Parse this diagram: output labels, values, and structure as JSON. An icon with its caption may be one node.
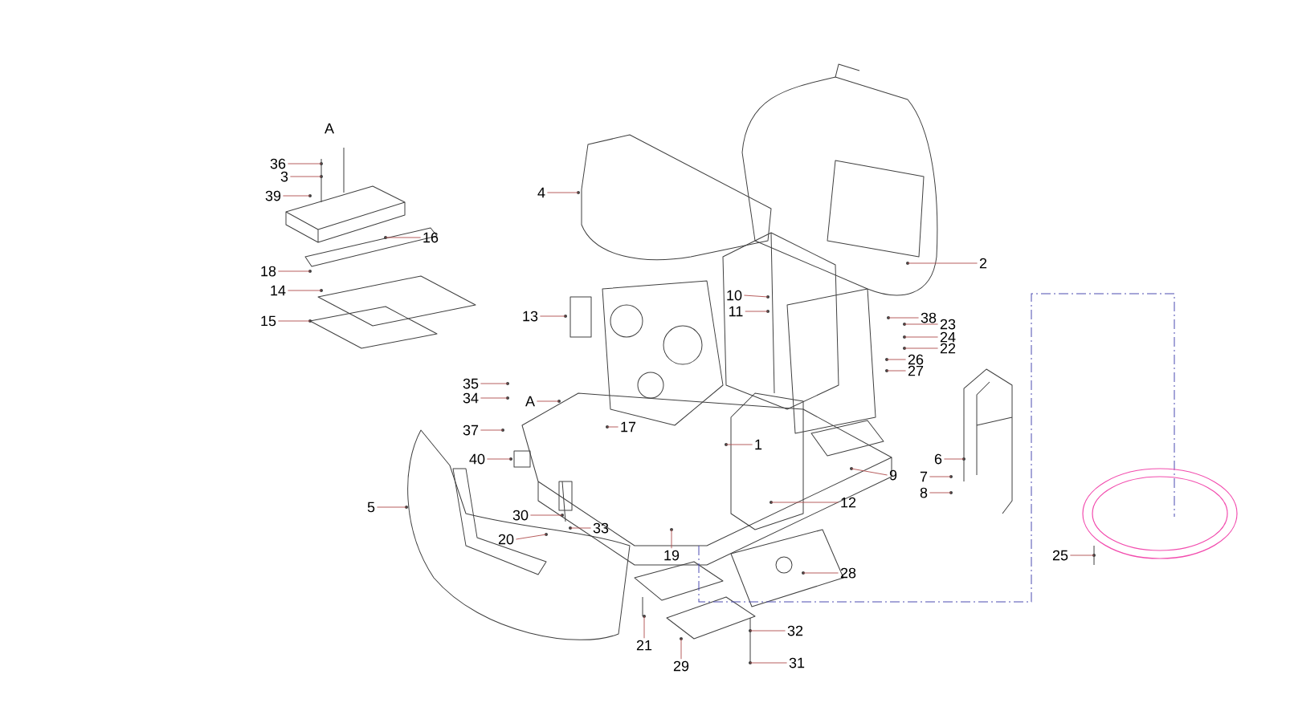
{
  "diagram": {
    "nodes": [
      {
        "text": [
          "36"
        ]
      },
      {
        "text": [
          "3"
        ]
      },
      {
        "text": [
          "39"
        ]
      },
      {
        "text": [
          "16"
        ]
      },
      {
        "text": [
          "18"
        ]
      },
      {
        "text": [
          "14"
        ]
      },
      {
        "text": [
          "15"
        ]
      },
      {
        "text": [
          "4"
        ]
      },
      {
        "text": [
          "13"
        ]
      },
      {
        "text": [
          "35"
        ]
      },
      {
        "text": [
          "34"
        ]
      },
      {
        "text": [
          "A"
        ]
      },
      {
        "text": [
          "37"
        ]
      },
      {
        "text": [
          "40"
        ]
      },
      {
        "text": [
          "5"
        ]
      },
      {
        "text": [
          "30"
        ]
      },
      {
        "text": [
          "20"
        ]
      },
      {
        "text": [
          "33"
        ]
      },
      {
        "text": [
          "17"
        ]
      },
      {
        "text": [
          "19"
        ]
      },
      {
        "text": [
          "21"
        ]
      },
      {
        "text": [
          "29"
        ]
      },
      {
        "text": [
          "1"
        ]
      },
      {
        "text": [
          "12"
        ]
      },
      {
        "text": [
          "9"
        ]
      },
      {
        "text": [
          "28"
        ]
      },
      {
        "text": [
          "32"
        ]
      },
      {
        "text": [
          "31"
        ]
      },
      {
        "text": [
          "10"
        ]
      },
      {
        "text": [
          "11"
        ]
      },
      {
        "text": [
          "2"
        ]
      },
      {
        "text": [
          "38"
        ]
      },
      {
        "text": [
          "23"
        ]
      },
      {
        "text": [
          "24"
        ]
      },
      {
        "text": [
          "22"
        ]
      },
      {
        "text": [
          "26"
        ]
      },
      {
        "text": [
          "27"
        ]
      },
      {
        "text": [
          "6"
        ]
      },
      {
        "text": [
          "7"
        ]
      },
      {
        "text": [
          "8"
        ]
      },
      {
        "text": [
          "25"
        ]
      },
      {
        "text": [],
        "shape": "dot"
      },
      {
        "text": [],
        "shape": "dot"
      },
      {
        "text": [],
        "shape": "dot"
      },
      {
        "text": [],
        "shape": "dot"
      },
      {
        "text": [],
        "shape": "dot"
      },
      {
        "text": [],
        "shape": "dot"
      },
      {
        "text": [],
        "shape": "dot"
      },
      {
        "text": [],
        "shape": "dot"
      },
      {
        "text": [],
        "shape": "dot"
      },
      {
        "text": [],
        "shape": "dot"
      },
      {
        "text": [],
        "shape": "dot"
      },
      {
        "text": [],
        "shape": "dot"
      },
      {
        "text": [],
        "shape": "dot"
      },
      {
        "text": [],
        "shape": "dot"
      },
      {
        "text": [],
        "shape": "dot"
      },
      {
        "text": [],
        "shape": "dot"
      },
      {
        "text": [],
        "shape": "dot"
      },
      {
        "text": [],
        "shape": "dot"
      },
      {
        "text": [],
        "shape": "dot"
      },
      {
        "text": [],
        "shape": "dot"
      },
      {
        "text": [],
        "shape": "dot"
      },
      {
        "text": [],
        "shape": "dot"
      },
      {
        "text": [],
        "shape": "dot"
      },
      {
        "text": [],
        "shape": "dot"
      },
      {
        "text": [],
        "shape": "dot"
      },
      {
        "text": [],
        "shape": "dot"
      },
      {
        "text": [],
        "shape": "dot"
      },
      {
        "text": [],
        "shape": "dot"
      },
      {
        "text": [],
        "shape": "dot"
      },
      {
        "text": [],
        "shape": "dot"
      },
      {
        "text": [],
        "shape": "dot"
      },
      {
        "text": [],
        "shape": "dot"
      },
      {
        "text": [],
        "shape": "dot"
      },
      {
        "text": [],
        "shape": "dot"
      },
      {
        "text": [],
        "shape": "dot"
      },
      {
        "text": [],
        "shape": "dot"
      },
      {
        "text": [],
        "shape": "dot"
      },
      {
        "text": [],
        "shape": "dot"
      },
      {
        "text": [],
        "shape": "dot"
      },
      {
        "text": [],
        "shape": "dot"
      },
      {
        "text": [],
        "shape": "dot"
      }
    ],
    "edges": [
      {
        "from": 0,
        "to": 41,
        "arrow": "none"
      },
      {
        "from": 1,
        "to": 42,
        "arrow": "none"
      },
      {
        "from": 2,
        "to": 43,
        "arrow": "none"
      },
      {
        "from": 3,
        "to": 44,
        "arrow": "none"
      },
      {
        "from": 4,
        "to": 45,
        "arrow": "none"
      },
      {
        "from": 5,
        "to": 46,
        "arrow": "none"
      },
      {
        "from": 6,
        "to": 47,
        "arrow": "none"
      },
      {
        "from": 7,
        "to": 48,
        "arrow": "none"
      },
      {
        "from": 8,
        "to": 49,
        "arrow": "none"
      },
      {
        "from": 9,
        "to": 50,
        "arrow": "none"
      },
      {
        "from": 10,
        "to": 51,
        "arrow": "none"
      },
      {
        "from": 11,
        "to": 52,
        "arrow": "none"
      },
      {
        "from": 12,
        "to": 53,
        "arrow": "none"
      },
      {
        "from": 13,
        "to": 54,
        "arrow": "none"
      },
      {
        "from": 14,
        "to": 55,
        "arrow": "none"
      },
      {
        "from": 15,
        "to": 56,
        "arrow": "none"
      },
      {
        "from": 16,
        "to": 57,
        "arrow": "none"
      },
      {
        "from": 17,
        "to": 58,
        "arrow": "none"
      },
      {
        "from": 18,
        "to": 59,
        "arrow": "none"
      },
      {
        "from": 19,
        "to": 60,
        "arrow": "none"
      },
      {
        "from": 20,
        "to": 61,
        "arrow": "none"
      },
      {
        "from": 21,
        "to": 62,
        "arrow": "none"
      },
      {
        "from": 22,
        "to": 63,
        "arrow": "none"
      },
      {
        "from": 23,
        "to": 64,
        "arrow": "none"
      },
      {
        "from": 24,
        "to": 65,
        "arrow": "none"
      },
      {
        "from": 25,
        "to": 66,
        "arrow": "none"
      },
      {
        "from": 26,
        "to": 67,
        "arrow": "none"
      },
      {
        "from": 27,
        "to": 68,
        "arrow": "none"
      },
      {
        "from": 28,
        "to": 69,
        "arrow": "none"
      },
      {
        "from": 29,
        "to": 70,
        "arrow": "none"
      },
      {
        "from": 30,
        "to": 71,
        "arrow": "none"
      },
      {
        "from": 31,
        "to": 72,
        "arrow": "none"
      },
      {
        "from": 32,
        "to": 73,
        "arrow": "none"
      },
      {
        "from": 33,
        "to": 74,
        "arrow": "none"
      },
      {
        "from": 34,
        "to": 75,
        "arrow": "none"
      },
      {
        "from": 35,
        "to": 76,
        "arrow": "none"
      },
      {
        "from": 36,
        "to": 77,
        "arrow": "none"
      },
      {
        "from": 37,
        "to": 78,
        "arrow": "none"
      },
      {
        "from": 38,
        "to": 79,
        "arrow": "none"
      },
      {
        "from": 39,
        "to": 80,
        "arrow": "none"
      },
      {
        "from": 40,
        "to": 81,
        "arrow": "none"
      }
    ],
    "labels": [
      "A"
    ]
  }
}
